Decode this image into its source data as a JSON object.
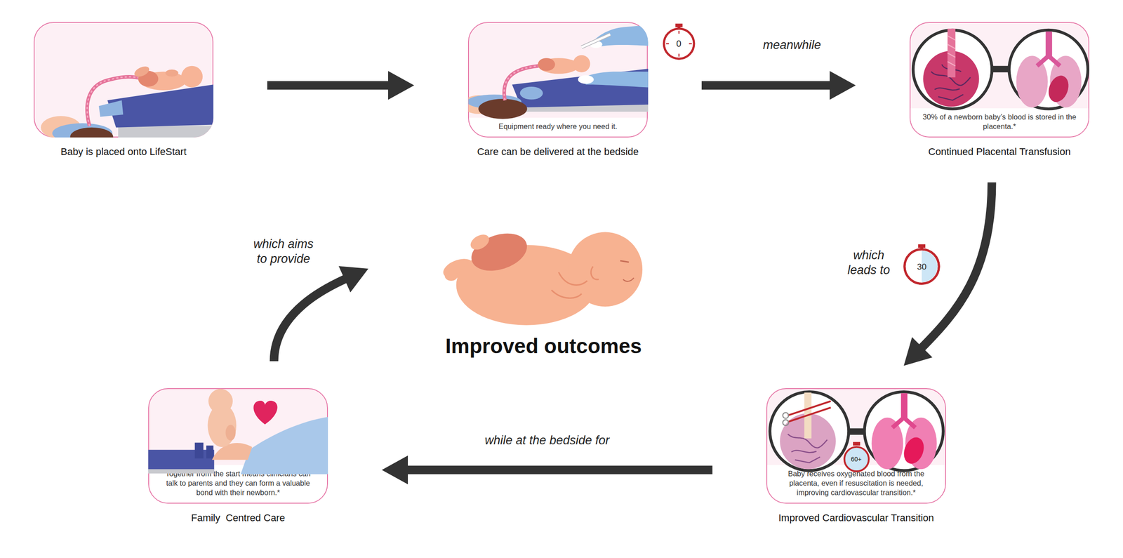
{
  "diagram": {
    "nodes": [
      {
        "text": [
          "Baby is placed onto LifeStart"
        ]
      },
      {
        "text": [
          "Equipment ready where you need it.",
          "Care can be delivered at the bedside"
        ]
      },
      {
        "text": [
          "30% of a newborn baby’s blood is stored in the placenta.*",
          "Continued Placental Transfusion"
        ]
      },
      {
        "text": [
          "Baby receives oxygenated blood from the placenta, even if resuscitation is needed, improving cardiovascular transition.*",
          "Improved Cardiovascular Transition"
        ]
      },
      {
        "text": [
          "Together from the start means clinicians can talk to parents and they can form a valuable bond with their newborn.*",
          "Family  Centred Care"
        ]
      },
      {
        "text": [
          "Improved outcomes"
        ]
      }
    ],
    "edges": [
      {
        "from": 0,
        "to": 1,
        "arrow": "to"
      },
      {
        "from": 1,
        "to": 2,
        "label": "meanwhile",
        "arrow": "to"
      },
      {
        "from": 2,
        "to": 3,
        "label": "which leads to",
        "arrow": "to"
      },
      {
        "from": 3,
        "to": 4,
        "label": "while at the bedside for",
        "arrow": "to"
      },
      {
        "from": 4,
        "to": 5,
        "label": "which aims to provide",
        "arrow": "to"
      }
    ],
    "labels": [
      "0",
      "30",
      "60+"
    ]
  }
}
